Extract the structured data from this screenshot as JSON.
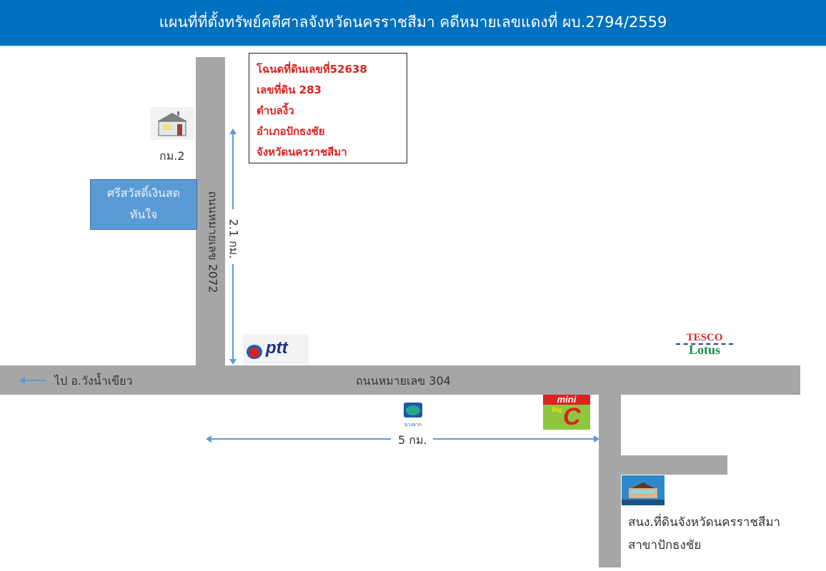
{
  "header": {
    "title": "แผนที่ที่ตั้งทรัพย์คดีศาลจังหวัดนครราชสีมา  คดีหมายเลขแดงที่ ผบ.2794/2559"
  },
  "property_box": {
    "lines": [
      "โฉนดที่ดินเลขที่52638",
      "เลขที่ดิน 283",
      "ตำบลงิ้ว",
      "อำเภอปักธงชัย",
      "จังหวัดนครราชสีมา"
    ]
  },
  "landmarks": {
    "km_marker": "กม.2",
    "shop": [
      "ศรีสวัสดิ์เงินสด",
      "ทันใจ"
    ],
    "ptt": "ptt",
    "tesco": [
      "TESCO",
      "Lotus"
    ],
    "bangchak": "บางจาก",
    "minibigc": [
      "mini",
      "Big",
      "C"
    ],
    "land_office": [
      "สนง.ที่ดินจังหวัดนครราชสีมา",
      "สาขาปักธงชัย"
    ]
  },
  "roads": {
    "vertical": "ถนนหมายเลข 2072",
    "horizontal": "ถนนหมายเลข 304",
    "direction": "ไป อ.วังน้ำเขียว"
  },
  "distances": {
    "vertical": "2.1 กม.",
    "horizontal": "5 กม."
  },
  "colors": {
    "header": "#0070c0",
    "road": "#a6a6a6",
    "arrow": "#5b9bd5",
    "red_text": "#e02020"
  }
}
